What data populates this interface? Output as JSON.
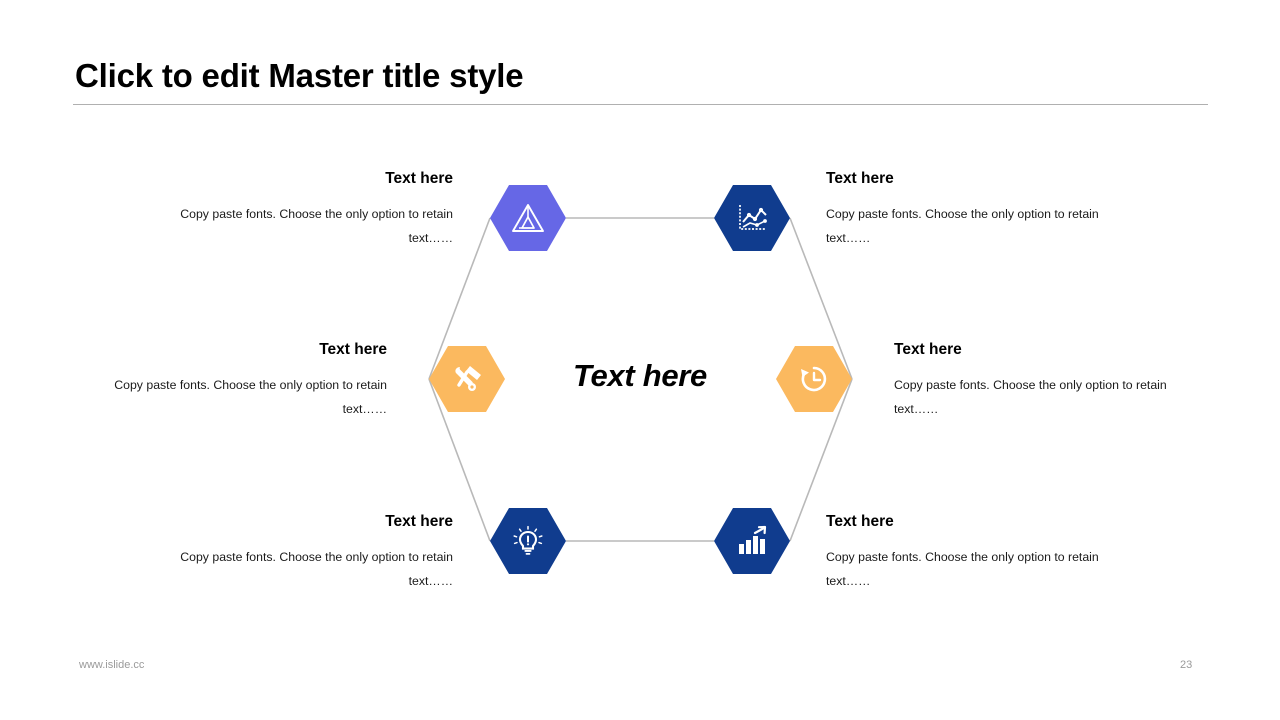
{
  "slide": {
    "title": "Click to edit Master title style",
    "center_label": "Text here"
  },
  "colors": {
    "purple": "#6667e6",
    "navy": "#103c8e",
    "orange": "#fbb95f",
    "connector": "#b9b9b9",
    "rule": "#b0b0b0",
    "footer_text": "#9a9a9a"
  },
  "nodes": [
    {
      "id": "top-left",
      "icon": "triangle-fractal-icon",
      "color": "#6667e6",
      "heading": "Text here",
      "body": "Copy paste fonts. Choose the only option to retain text……"
    },
    {
      "id": "top-right",
      "icon": "line-chart-icon",
      "color": "#103c8e",
      "heading": "Text here",
      "body": "Copy paste fonts. Choose the only option to retain text……"
    },
    {
      "id": "middle-left",
      "icon": "tools-wrench-hammer-icon",
      "color": "#fbb95f",
      "heading": "Text here",
      "body": "Copy paste fonts. Choose the only option to retain text……"
    },
    {
      "id": "middle-right",
      "icon": "clock-history-icon",
      "color": "#fbb95f",
      "heading": "Text here",
      "body": "Copy paste fonts. Choose the only option to retain text……"
    },
    {
      "id": "bottom-left",
      "icon": "lightbulb-idea-icon",
      "color": "#103c8e",
      "heading": "Text here",
      "body": "Copy paste fonts. Choose the only option to retain text……"
    },
    {
      "id": "bottom-right",
      "icon": "bar-chart-growth-icon",
      "color": "#103c8e",
      "heading": "Text here",
      "body": "Copy paste fonts. Choose the only option to retain text……"
    }
  ],
  "footer": {
    "site": "www.islide.cc",
    "page_number": "23"
  }
}
